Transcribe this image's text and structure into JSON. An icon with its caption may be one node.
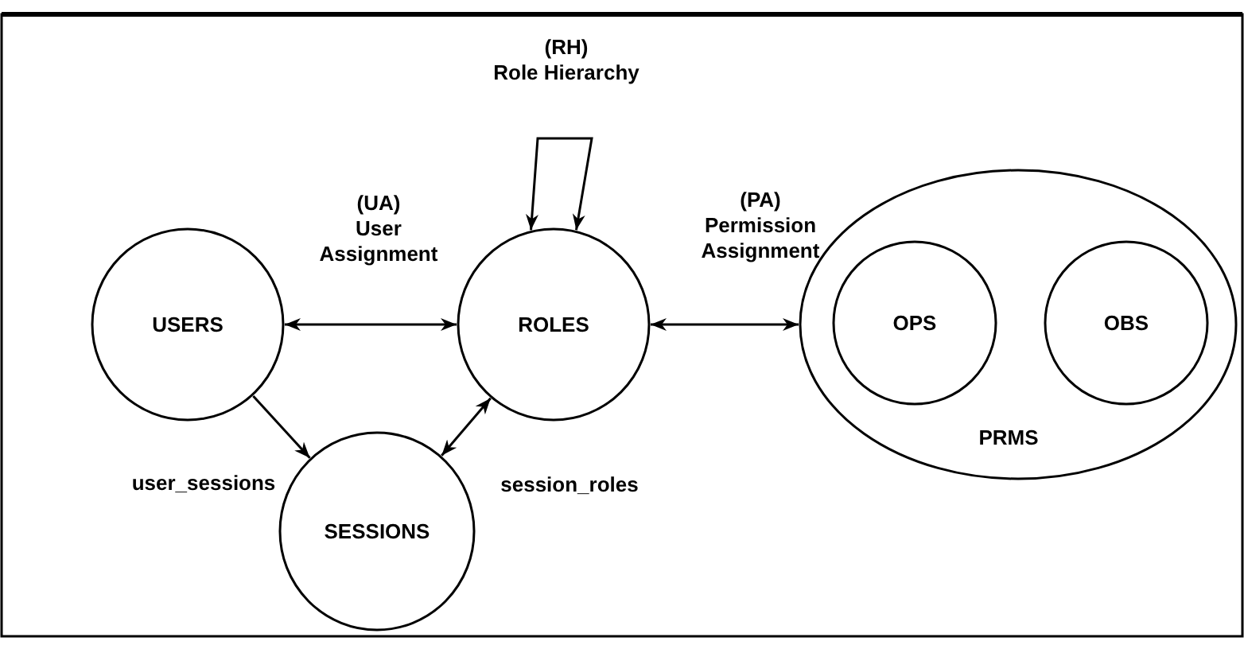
{
  "diagram": {
    "nodes": [
      {
        "text": [
          "USERS"
        ]
      },
      {
        "text": [
          "ROLES"
        ]
      },
      {
        "text": [
          "PRMS"
        ]
      },
      {
        "text": [
          "OPS"
        ],
        "in": 2
      },
      {
        "text": [
          "OBS"
        ],
        "in": 2
      },
      {
        "text": [
          "SESSIONS"
        ]
      }
    ],
    "edges": [
      {
        "from": 0,
        "to": 1,
        "arrow": "both",
        "label": "(UA) User Assignment"
      },
      {
        "from": 1,
        "to": 2,
        "arrow": "both",
        "label": "(PA) Permission Assignment"
      },
      {
        "from": 1,
        "to": 1,
        "arrow": "both",
        "label": "(RH) Role Hierarchy"
      },
      {
        "from": 0,
        "to": 5,
        "arrow": "to",
        "label": "user_sessions"
      },
      {
        "from": 5,
        "to": 1,
        "arrow": "both",
        "label": "session_roles"
      }
    ]
  }
}
